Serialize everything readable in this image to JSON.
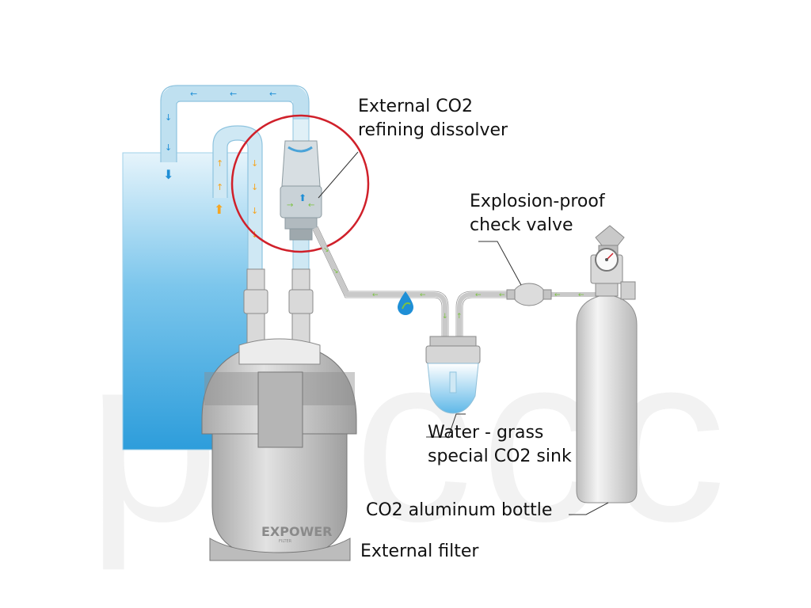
{
  "labels": {
    "dissolver": [
      "External CO2",
      "refining dissolver"
    ],
    "check_valve": [
      "Explosion-proof",
      "check valve"
    ],
    "sink": [
      "Water - grass",
      "special CO2 sink"
    ],
    "bottle": "CO2 aluminum bottle",
    "filter": "External filter"
  },
  "filter_brand": {
    "main": "EXPOWER",
    "sub": "FILTER"
  },
  "watermark": "psccc",
  "colors": {
    "tank_water": "#3aa6df",
    "pipe": "#cfe7f3",
    "highlight_circle": "#d0202a",
    "flow_arrow_down": "#f5a623",
    "flow_arrow_blue": "#1f8fd6",
    "gas_arrow": "#7cc242",
    "filter_body": "#c7c7c7",
    "cylinder": "#dcdcdc"
  },
  "icons": [
    "drop-icon",
    "pressure-gauge-icon",
    "flow-arrow-icon"
  ]
}
